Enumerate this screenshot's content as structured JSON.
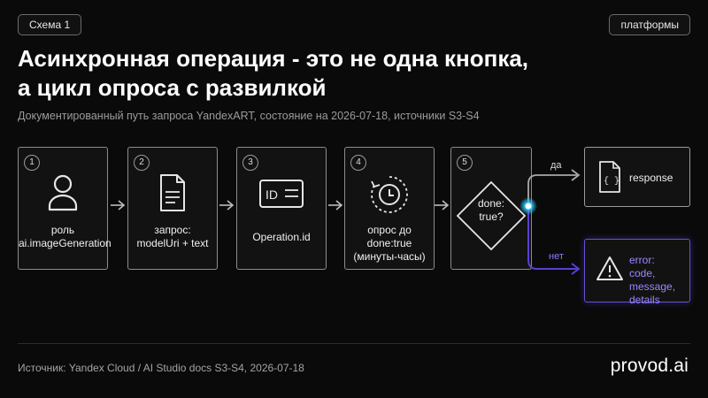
{
  "header": {
    "scheme_tag": "Схема 1",
    "platform_tag": "платформы",
    "title_line1": "Асинхронная операция - это не одна кнопка,",
    "title_line2": "а цикл опроса с развилкой",
    "subtitle": "Документированный путь запроса YandexART, состояние на 2026-07-18, источники S3-S4"
  },
  "steps": [
    {
      "num": "1",
      "icon": "user-icon",
      "line1": "роль",
      "line2": "ai.imageGeneration",
      "line3": ""
    },
    {
      "num": "2",
      "icon": "document-icon",
      "line1": "запрос:",
      "line2": "modelUri + text",
      "line3": ""
    },
    {
      "num": "3",
      "icon": "id-card-icon",
      "line1": "Operation.id",
      "line2": "",
      "line3": ""
    },
    {
      "num": "4",
      "icon": "clock-refresh-icon",
      "line1": "опрос до",
      "line2": "done:true",
      "line3": "(минуты-часы)"
    },
    {
      "num": "5",
      "icon": "decision-diamond-icon",
      "line1": "done:",
      "line2": "true?",
      "line3": ""
    }
  ],
  "branches": {
    "yes_label": "да",
    "no_label": "нет",
    "response": {
      "icon": "json-document-icon",
      "text": "response"
    },
    "error": {
      "icon": "warning-icon",
      "line1": "error:",
      "line2": "code, message,",
      "line3": "details"
    }
  },
  "footer": {
    "source": "Источник: Yandex Cloud / AI Studio docs S3-S4, 2026-07-18",
    "brand": "provod.ai"
  },
  "colors": {
    "background": "#0a0a0b",
    "card_border": "#8c8c8c",
    "accent_cyan": "#29c8ff",
    "accent_purple": "#6b4fd6",
    "error_text": "#9d86ff"
  }
}
